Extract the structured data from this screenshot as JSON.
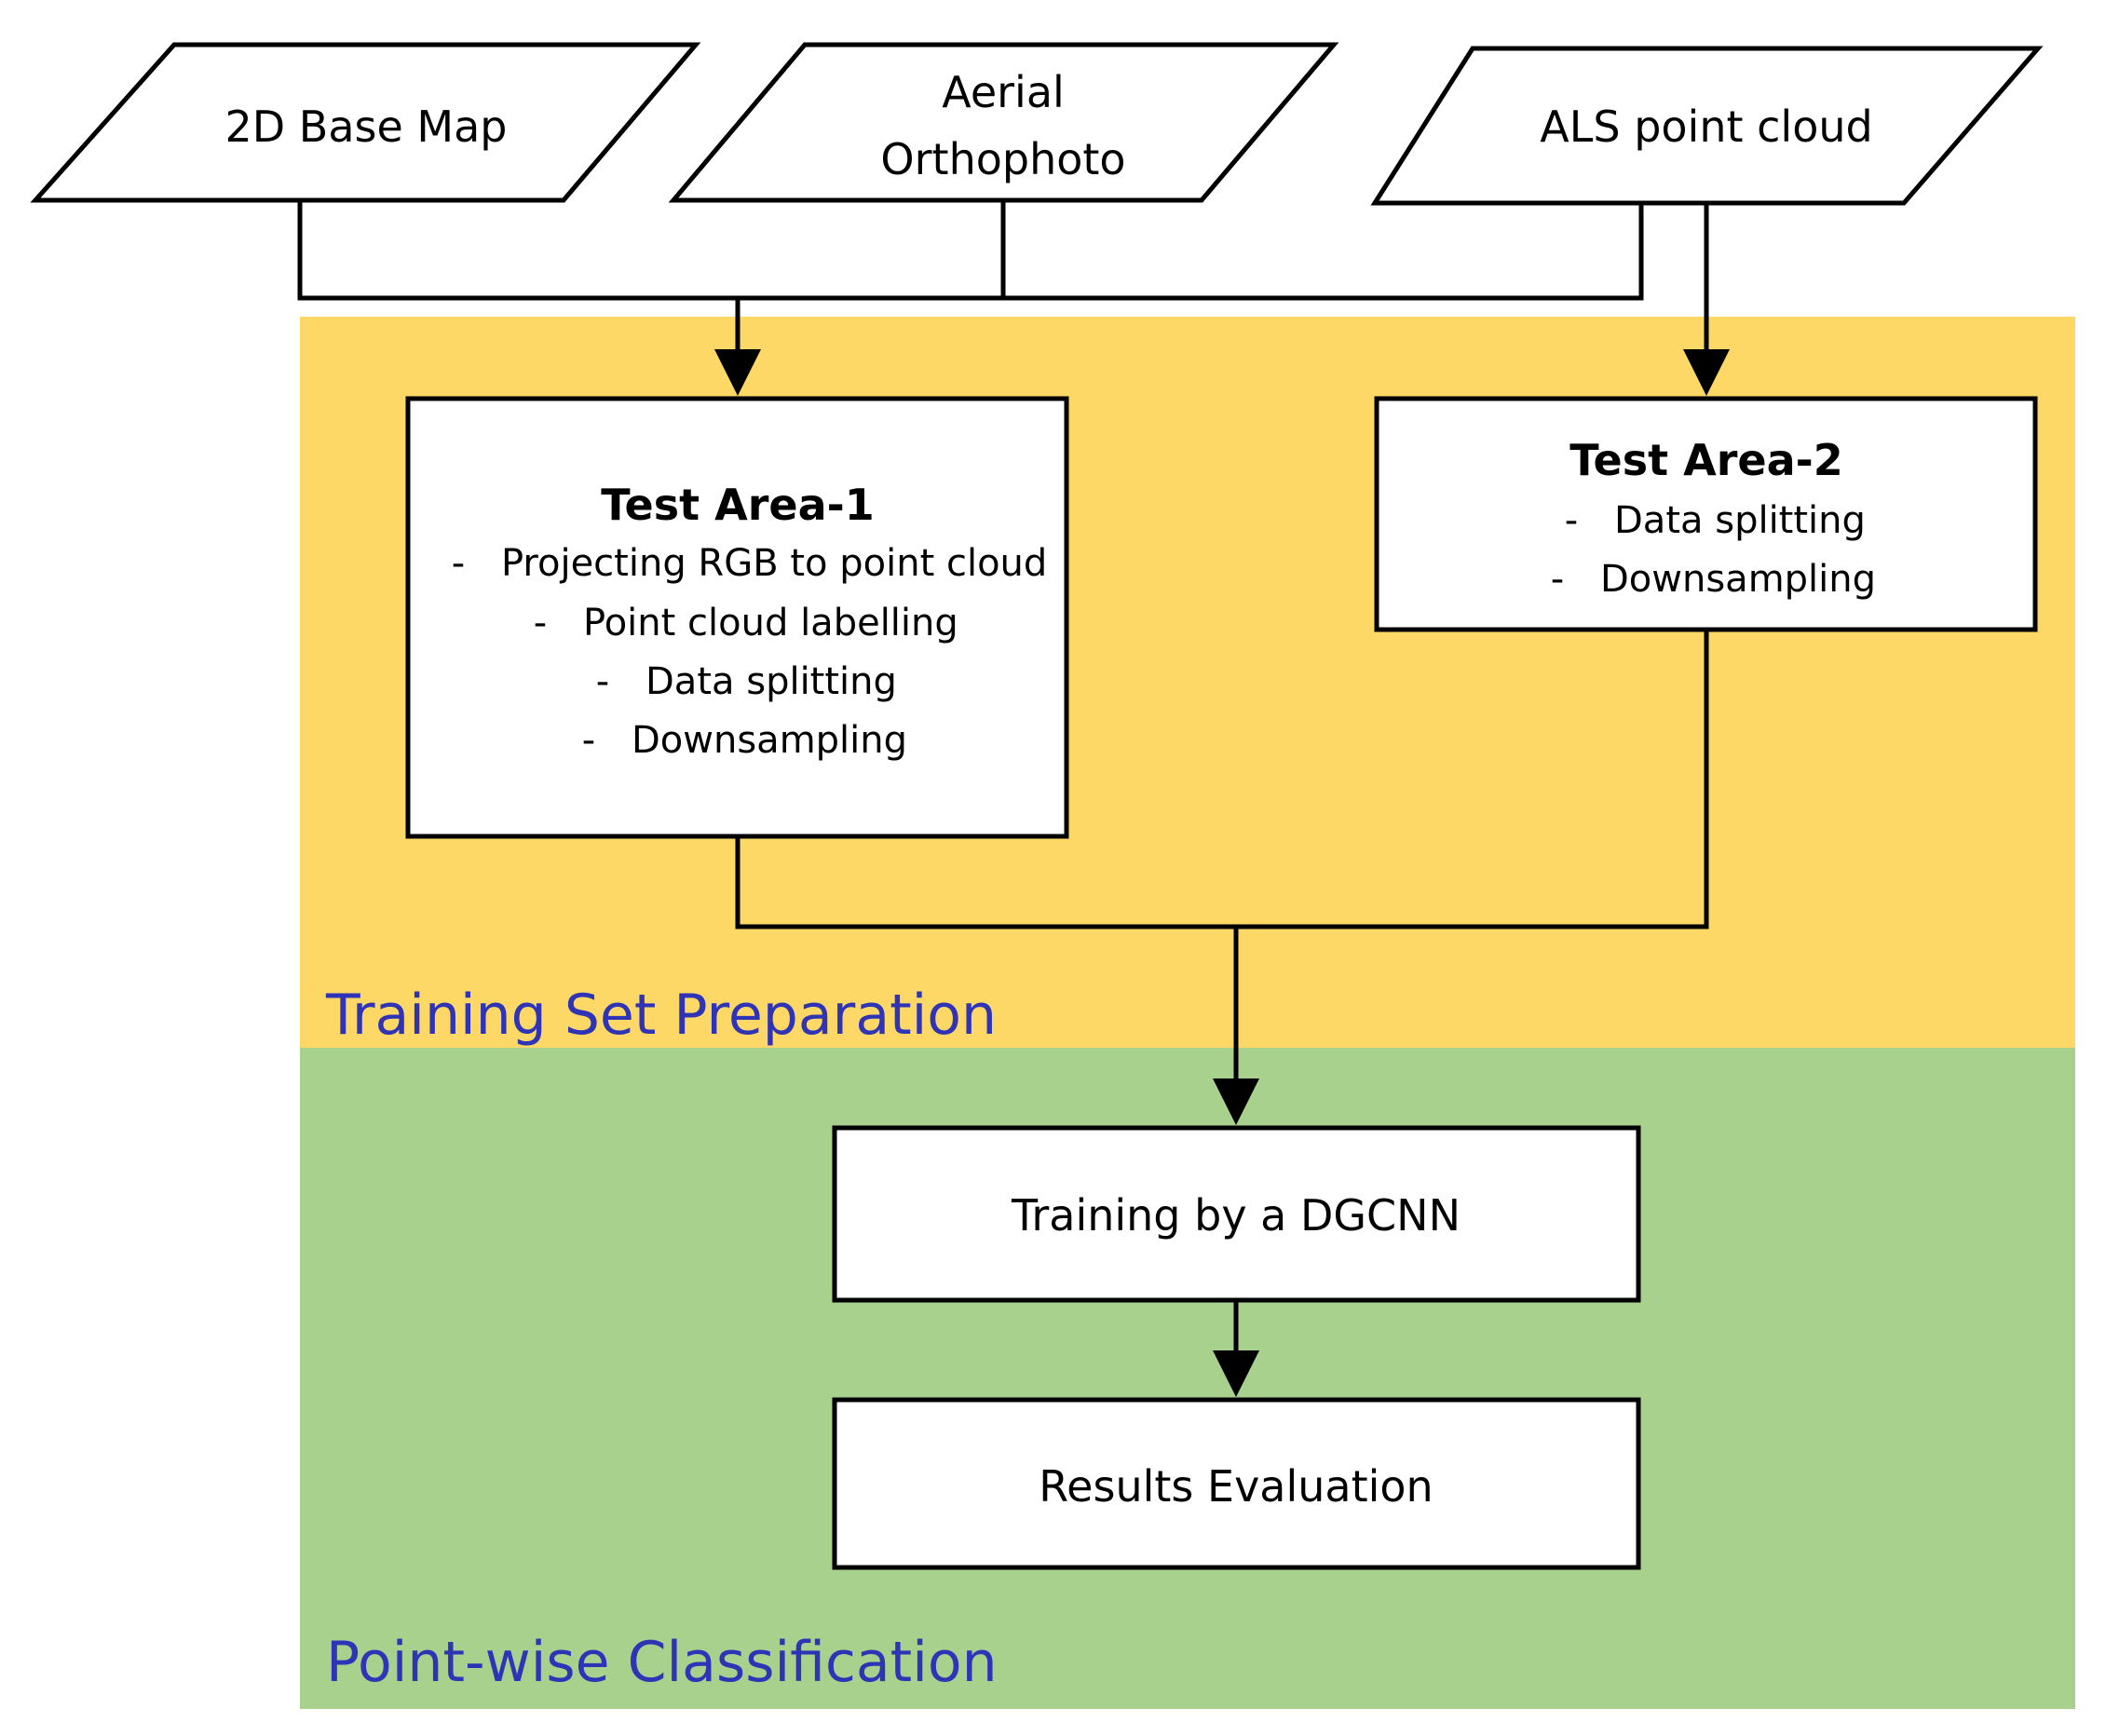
{
  "colors": {
    "training_region": "#FDD866",
    "classification_region": "#A8D18D",
    "region_label": "#2E34B5",
    "stroke": "#000000",
    "node_fill": "#FFFFFF"
  },
  "regions": {
    "training": {
      "label": "Training Set Preparation"
    },
    "classification": {
      "label": "Point-wise Classification"
    }
  },
  "inputs": {
    "base_map": {
      "label": "2D Base Map"
    },
    "orthophoto": {
      "line1": "Aerial",
      "line2": "Orthophoto"
    },
    "point_cloud": {
      "label": "ALS point cloud"
    }
  },
  "test_area_1": {
    "title": "Test Area-1",
    "bullet_marker": "-",
    "items": [
      "Projecting RGB to point cloud",
      "Point cloud labelling",
      "Data splitting",
      "Downsampling"
    ]
  },
  "test_area_2": {
    "title": "Test Area-2",
    "bullet_marker": "-",
    "items": [
      "Data splitting",
      "Downsampling"
    ]
  },
  "training_step": {
    "label": "Training by a DGCNN"
  },
  "evaluation_step": {
    "label": "Results Evaluation"
  }
}
